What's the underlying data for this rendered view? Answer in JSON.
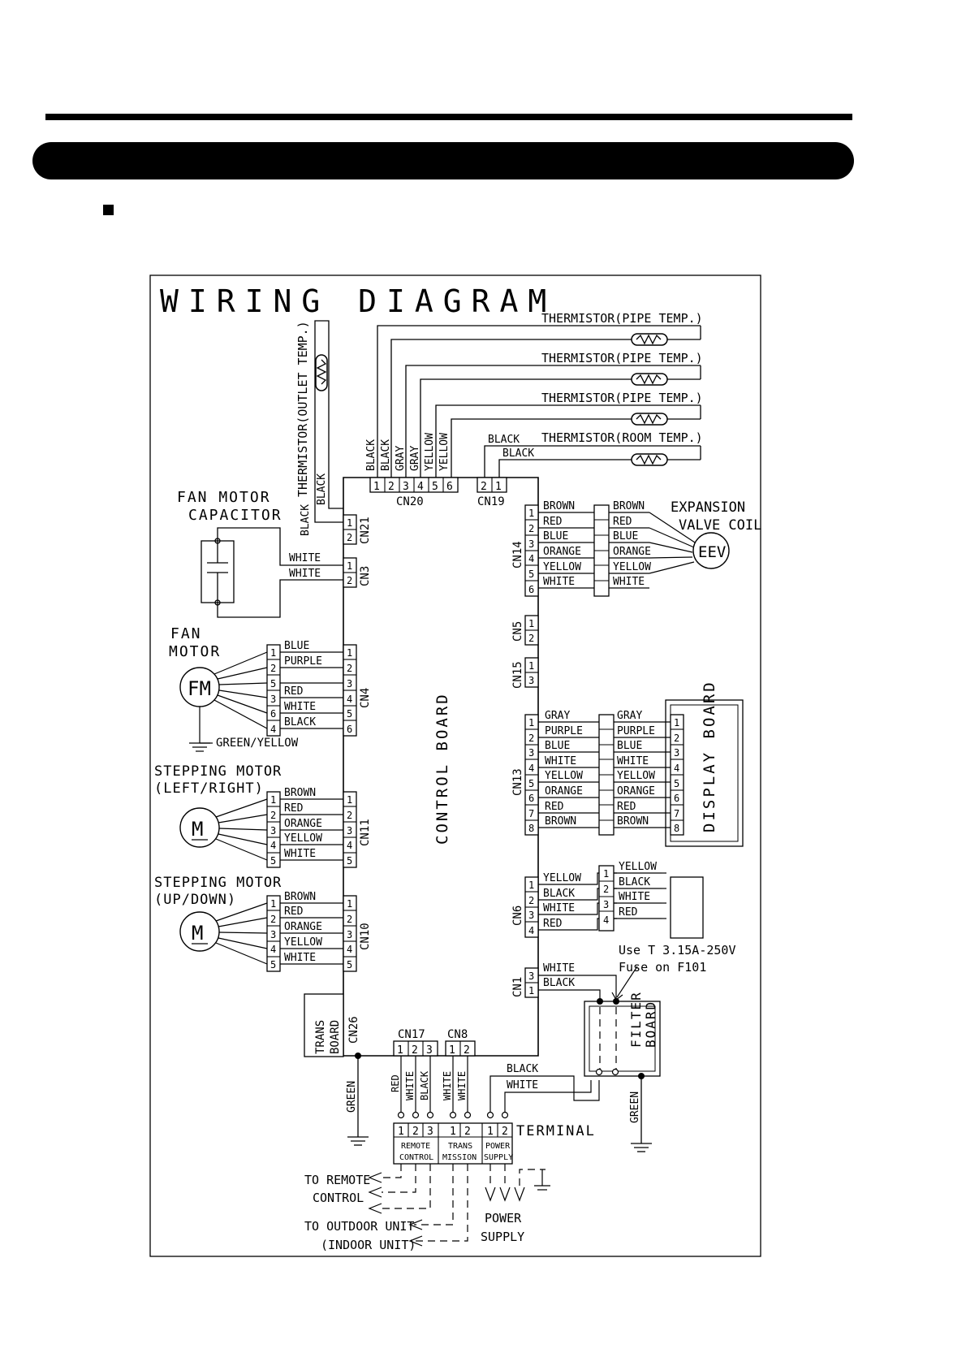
{
  "header": {
    "section_title": "",
    "subtitle": ""
  },
  "diagram": {
    "title": "WIRING DIAGRAM",
    "control_board": "CONTROL BOARD",
    "thermistors": [
      "THERMISTOR(PIPE TEMP.)",
      "THERMISTOR(PIPE TEMP.)",
      "THERMISTOR(PIPE TEMP.)",
      "THERMISTOR(ROOM TEMP.)"
    ],
    "outlet_thermistor": "THERMISTOR(OUTLET TEMP.)",
    "cn20": {
      "name": "CN20",
      "pins": [
        "1",
        "2",
        "3",
        "4",
        "5",
        "6"
      ],
      "wires": [
        "BLACK",
        "BLACK",
        "GRAY",
        "GRAY",
        "YELLOW",
        "YELLOW"
      ]
    },
    "cn19": {
      "name": "CN19",
      "pins": [
        "2",
        "1"
      ],
      "wires": [
        "BLACK",
        "BLACK"
      ]
    },
    "cn21": {
      "name": "CN21",
      "pins": [
        "1",
        "2"
      ],
      "wires": [
        "BLACK",
        "BLACK"
      ]
    },
    "fan_capacitor": {
      "label1": "FAN MOTOR",
      "label2": "CAPACITOR"
    },
    "cn3": {
      "name": "CN3",
      "pins": [
        "1",
        "2"
      ],
      "wires": [
        "WHITE",
        "WHITE"
      ]
    },
    "fan_motor": {
      "label1": "FAN",
      "label2": "MOTOR",
      "symbol": "FM",
      "ground": "GREEN/YELLOW"
    },
    "cn4": {
      "name": "CN4",
      "motor_pins": [
        "1",
        "2",
        "5",
        "3",
        "6",
        "4"
      ],
      "board_pins": [
        "1",
        "2",
        "3",
        "4",
        "5",
        "6"
      ],
      "wires": [
        "BLUE",
        "PURPLE",
        "",
        "RED",
        "WHITE",
        "BLACK"
      ]
    },
    "stepping_lr": {
      "label1": "STEPPING MOTOR",
      "label2": "(LEFT/RIGHT)",
      "symbol": "M"
    },
    "cn11": {
      "name": "CN11",
      "pins": [
        "1",
        "2",
        "3",
        "4",
        "5"
      ],
      "wires": [
        "BROWN",
        "RED",
        "ORANGE",
        "YELLOW",
        "WHITE"
      ]
    },
    "stepping_ud": {
      "label1": "STEPPING MOTOR",
      "label2": "(UP/DOWN)",
      "symbol": "M"
    },
    "cn10": {
      "name": "CN10",
      "pins": [
        "1",
        "2",
        "3",
        "4",
        "5"
      ],
      "wires": [
        "BROWN",
        "RED",
        "ORANGE",
        "YELLOW",
        "WHITE"
      ]
    },
    "trans_board": {
      "label1": "TRANS",
      "label2": "BOARD",
      "connector": "CN26"
    },
    "cn14": {
      "name": "CN14",
      "pins": [
        "1",
        "2",
        "3",
        "4",
        "5",
        "6"
      ],
      "wires": [
        "BROWN",
        "RED",
        "BLUE",
        "ORANGE",
        "YELLOW",
        "WHITE"
      ]
    },
    "eev": {
      "label1": "EXPANSION",
      "label2": "VALVE COIL",
      "symbol": "EEV"
    },
    "cn5": {
      "name": "CN5",
      "pins": [
        "1",
        "2"
      ]
    },
    "cn15": {
      "name": "CN15",
      "pins": [
        "1",
        "3"
      ]
    },
    "cn13": {
      "name": "CN13",
      "pins": [
        "1",
        "2",
        "3",
        "4",
        "5",
        "6",
        "7",
        "8"
      ],
      "wires": [
        "GRAY",
        "PURPLE",
        "BLUE",
        "WHITE",
        "YELLOW",
        "ORANGE",
        "RED",
        "BROWN"
      ]
    },
    "display_board": "DISPLAY BOARD",
    "cn6": {
      "name": "CN6",
      "pins": [
        "1",
        "2",
        "3",
        "4"
      ],
      "wires": [
        "YELLOW",
        "BLACK",
        "WHITE",
        "RED"
      ]
    },
    "fuse_note": {
      "line1": "Use T 3.15A-250V",
      "line2": "Fuse on F101"
    },
    "cn1": {
      "name": "CN1",
      "pins": [
        "3",
        "1"
      ],
      "wires": [
        "WHITE",
        "BLACK"
      ]
    },
    "filter_board": {
      "label1": "FILTER",
      "label2": "BOARD"
    },
    "cn17": {
      "name": "CN17",
      "pins": [
        "1",
        "2",
        "3"
      ],
      "wires": [
        "RED",
        "WHITE",
        "BLACK"
      ]
    },
    "cn8": {
      "name": "CN8",
      "pins": [
        "1",
        "2"
      ],
      "wires": [
        "WHITE",
        "WHITE"
      ]
    },
    "power_wires": [
      "BLACK",
      "WHITE"
    ],
    "ground_wire": "GREEN",
    "terminal": {
      "label": "TERMINAL",
      "pins": [
        "1",
        "2",
        "3",
        "1",
        "2",
        "1",
        "2"
      ],
      "groups": [
        {
          "line1": "REMOTE",
          "line2": "CONTROL"
        },
        {
          "line1": "TRANS",
          "line2": "MISSION"
        },
        {
          "line1": "POWER",
          "line2": "SUPPLY"
        }
      ]
    },
    "destinations": {
      "remote_line1": "TO REMOTE",
      "remote_line2": "CONTROL",
      "outdoor_line1": "TO OUTDOOR UNIT",
      "outdoor_line2": "(INDOOR UNIT)",
      "power_line1": "POWER",
      "power_line2": "SUPPLY"
    }
  }
}
